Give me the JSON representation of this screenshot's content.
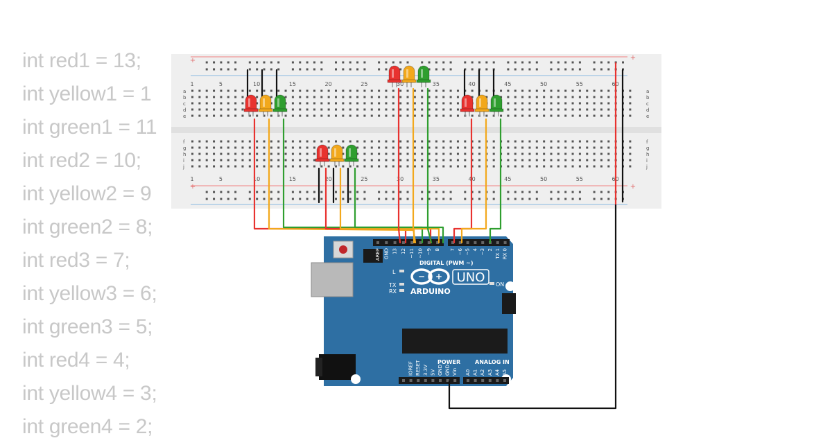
{
  "code_lines": [
    "int red1 = 13;",
    "int yellow1 = 1",
    "int green1 = 11",
    "int red2 = 10;",
    "int yellow2 = 9",
    "int green2 = 8;",
    "int red3 = 7;",
    "int yellow3 = 6;",
    "int green3 = 5;",
    "int red4 = 4;",
    "int yellow4 = 3;",
    "int green4 = 2;"
  ],
  "breadboard": {
    "column_numbers": [
      "1",
      "5",
      "10",
      "15",
      "20",
      "25",
      "30",
      "35",
      "40",
      "45",
      "50",
      "55",
      "60"
    ],
    "row_letters_top": [
      "a",
      "b",
      "c",
      "d",
      "e"
    ],
    "row_letters_bottom": [
      "f",
      "g",
      "h",
      "i",
      "j"
    ],
    "rail_plus": "+",
    "rail_minus": "-"
  },
  "arduino": {
    "brand": "ARDUINO",
    "model": "UNO",
    "digital_label": "DIGITAL (PWM ~)",
    "analog_label": "ANALOG IN",
    "power_label": "POWER",
    "on_label": "ON",
    "l_label": "L",
    "tx_label": "TX",
    "rx_label": "RX",
    "digital_pins_left": [
      "AREF",
      "GND",
      "13",
      "12",
      "~11",
      "~10",
      "~9",
      "8"
    ],
    "digital_pins_right": [
      "7",
      "~6",
      "~5",
      "4",
      "~3",
      "2",
      "TX 1",
      "RX 0"
    ],
    "power_pins": [
      "IOREF",
      "RESET",
      "3.3V",
      "5V",
      "GND",
      "GND",
      "Vin"
    ],
    "analog_pins": [
      "A0",
      "A1",
      "A2",
      "A3",
      "A4",
      "A5"
    ]
  },
  "colors": {
    "red_led": "#e8322f",
    "yellow_led": "#f2a81c",
    "green_led": "#2f9e2f",
    "board_blue": "#2e6fa3",
    "breadboard": "#efefef",
    "wire_black": "#111111"
  }
}
